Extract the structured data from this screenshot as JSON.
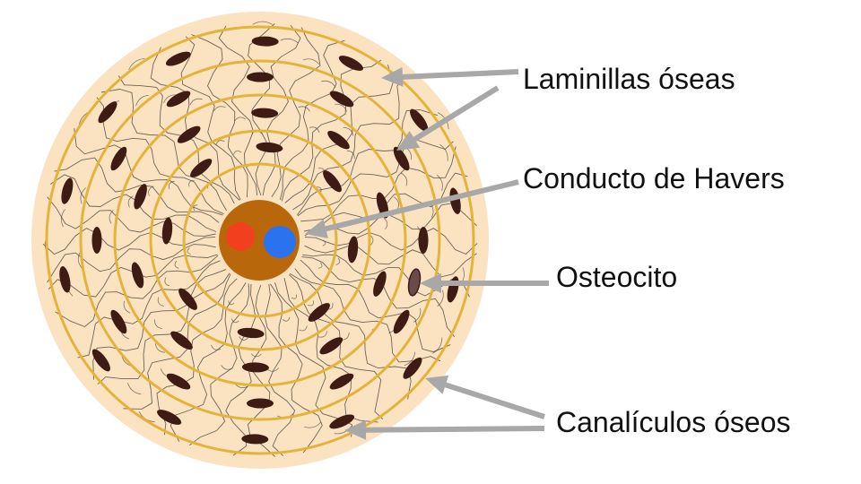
{
  "diagram": {
    "labels": {
      "laminillas": "Laminillas óseas",
      "havers": "Conducto de Havers",
      "osteocito": "Osteocito",
      "canaliculos": "Canalículos óseos"
    },
    "colors": {
      "osteon_fill": "#fbe3c2",
      "lamella_ring": "#e3b43a",
      "osteocyte": "#3e1b13",
      "canaliculi": "#3d3a36",
      "havers_canal": "#b8680a",
      "vessel_artery": "#f2401e",
      "vessel_vein": "#2b72f0",
      "arrow": "#a8a8a8",
      "text": "#111111"
    }
  }
}
